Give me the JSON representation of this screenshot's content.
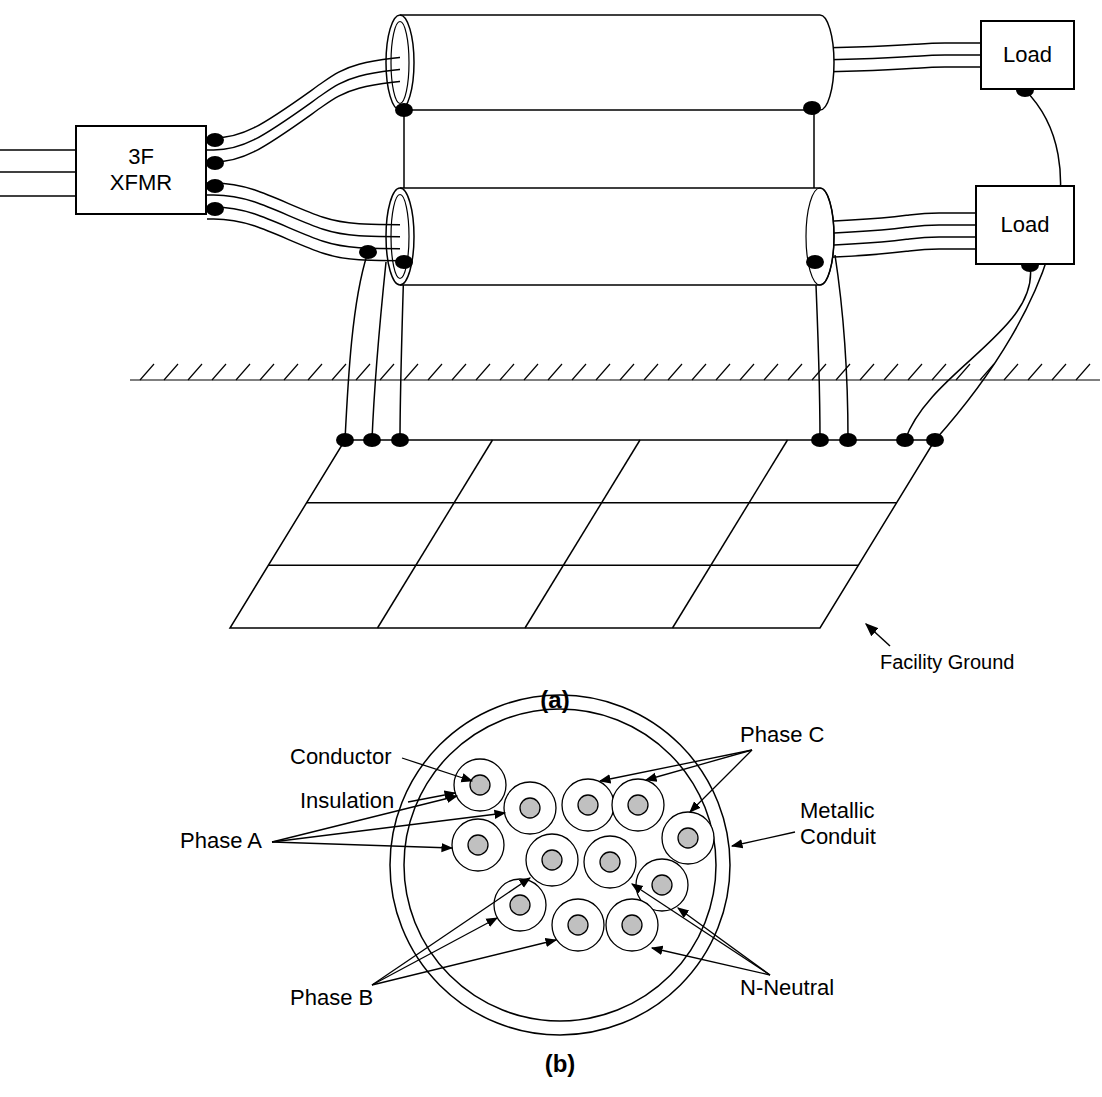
{
  "diagram": {
    "nodes": [
      {
        "text": [
          "3F XFMR"
        ]
      },
      {
        "text": [
          "Load"
        ]
      },
      {
        "text": [
          "Load"
        ]
      }
    ],
    "edges": [
      {
        "from": 0,
        "to": 1,
        "arrow": "none"
      },
      {
        "from": 0,
        "to": 2,
        "arrow": "none"
      }
    ],
    "labels": [
      "(a)",
      "Facility Ground",
      "Conductor",
      "Insulation",
      "Phase A",
      "Phase C",
      "Metallic Conduit",
      "Phase B",
      "N-Neutral",
      "(b)"
    ]
  }
}
